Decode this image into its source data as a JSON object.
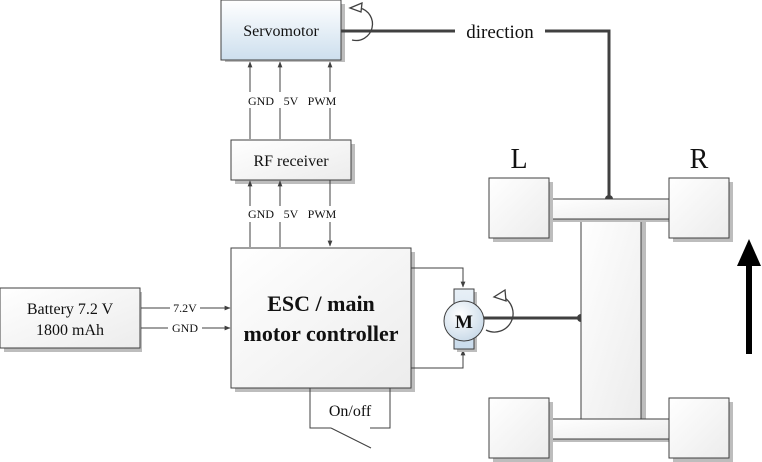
{
  "blocks": {
    "servomotor": "Servomotor",
    "rf_receiver": "RF receiver",
    "esc_line1": "ESC / main",
    "esc_line2": "motor controller",
    "battery_line1": "Battery 7.2 V",
    "battery_line2": "1800 mAh",
    "on_off": "On/off",
    "motor": "M"
  },
  "signals": {
    "servo_bus": [
      "GND",
      "5V",
      "PWM"
    ],
    "esc_bus": [
      "GND",
      "5V",
      "PWM"
    ],
    "battery_pos": "7.2V",
    "battery_gnd": "GND",
    "direction": "direction"
  },
  "chassis": {
    "left_label": "L",
    "right_label": "R"
  },
  "colors": {
    "stroke": "#404040",
    "servo_fill_top": "#ffffff",
    "servo_fill_bottom": "#cfe0ee",
    "box_fill": "#f4f4f4",
    "shadow": "#bdbdbd"
  }
}
